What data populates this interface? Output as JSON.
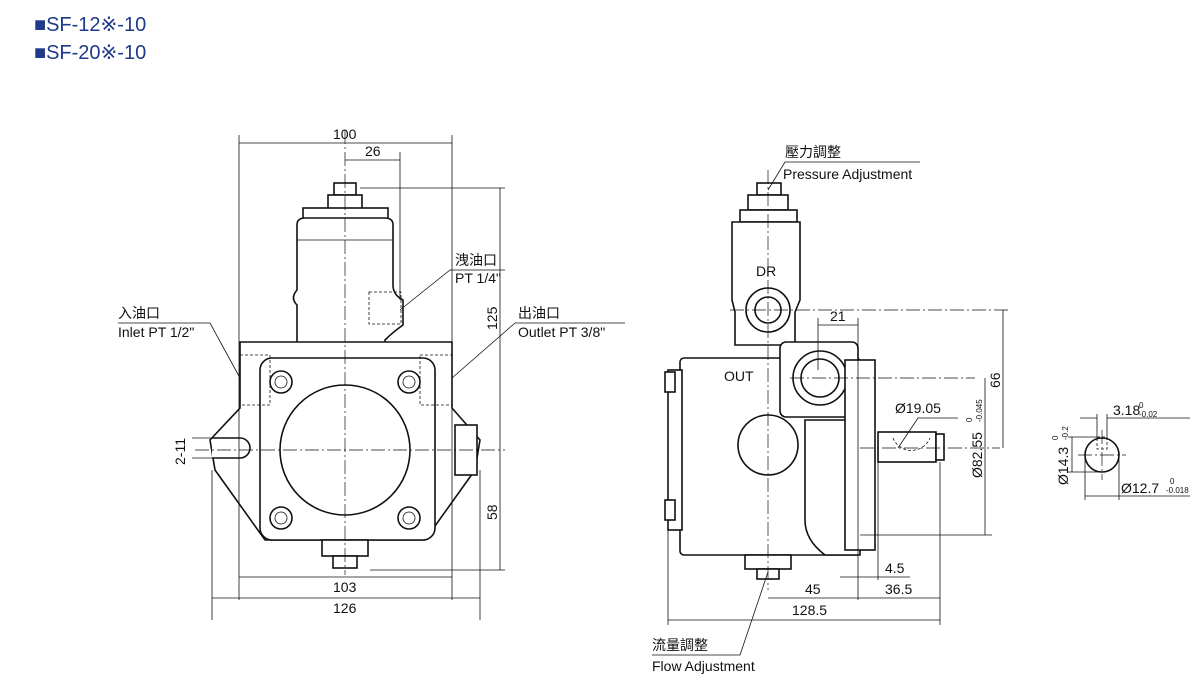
{
  "titles": [
    "■SF-12※-10",
    "■SF-20※-10"
  ],
  "front_view": {
    "dims": {
      "width_top": "100",
      "offset_26": "26",
      "height_125": "125",
      "height_58": "58",
      "width_103": "103",
      "width_126": "126",
      "holes": "2-11"
    },
    "drain_label_cn": "洩油口",
    "drain_label_en": "PT 1/4\"",
    "inlet_label_cn": "入油口",
    "inlet_label_en": "Inlet  PT 1/2\"",
    "outlet_label_cn": "出油口",
    "outlet_label_en": "Outlet  PT 3/8\""
  },
  "side_view": {
    "pressure_cn": "壓力調整",
    "pressure_en": "Pressure Adjustment",
    "flow_cn": "流量調整",
    "flow_en": "Flow Adjustment",
    "dr": "DR",
    "out": "OUT",
    "dims": {
      "d21": "21",
      "d66": "66",
      "shaft_dia": "Ø19.05",
      "pilot_dia": "Ø82.55",
      "pilot_tol_up": "0",
      "pilot_tol_lo": "-0.045",
      "d4_5": "4.5",
      "d45": "45",
      "d36_5": "36.5",
      "d128_5": "128.5"
    }
  },
  "shaft_section": {
    "key_width": "3.18",
    "key_tol_up": "0",
    "key_tol_lo": "-0.02",
    "key_height": "Ø14.3",
    "kh_tol_up": "0",
    "kh_tol_lo": "-0.2",
    "shaft_dia": "Ø12.7",
    "sd_tol_up": "0",
    "sd_tol_lo": "-0.018"
  }
}
